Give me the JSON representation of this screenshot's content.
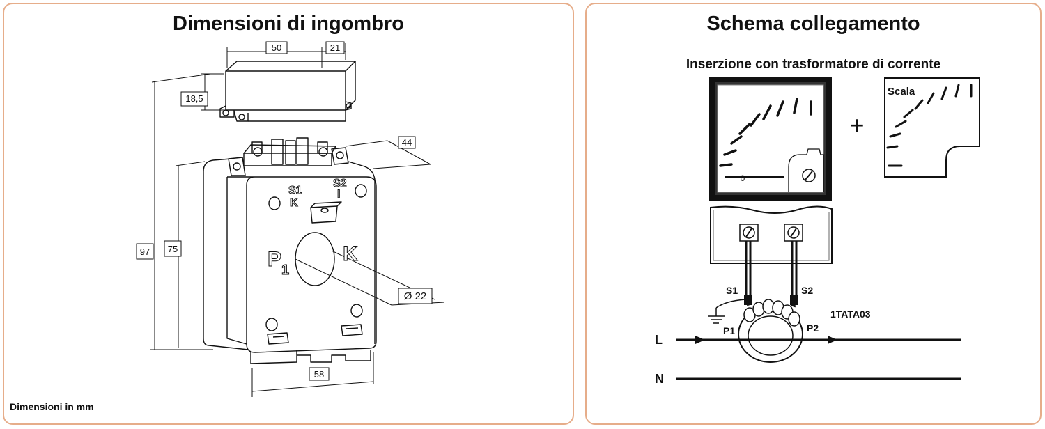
{
  "left_panel": {
    "title": "Dimensioni di ingombro",
    "footer": "Dimensioni in mm",
    "dimensions": {
      "width_top": "50",
      "depth_top": "21",
      "height_top": "18,5",
      "depth_body": "44",
      "total_height": "97",
      "body_height": "75",
      "hole_diameter": "Ø 22",
      "base_width": "58"
    },
    "markings": {
      "s1": "S1",
      "k_upper": "K",
      "s2": "S2",
      "l_lower": "l",
      "p1": "P",
      "p1_sub": "1",
      "k_side": "K"
    }
  },
  "right_panel": {
    "title": "Schema collegamento",
    "subtitle": "Inserzione con trasformatore di corrente",
    "plus_sign": "+",
    "scale_label": "Scala",
    "meter_zero": "0",
    "labels": {
      "s1": "S1",
      "s2": "S2",
      "p1": "P1",
      "p2": "P2",
      "model": "1TATA03",
      "line": "L",
      "neutral": "N"
    }
  },
  "colors": {
    "panel_border": "#e6ad8a",
    "ink": "#111111"
  }
}
